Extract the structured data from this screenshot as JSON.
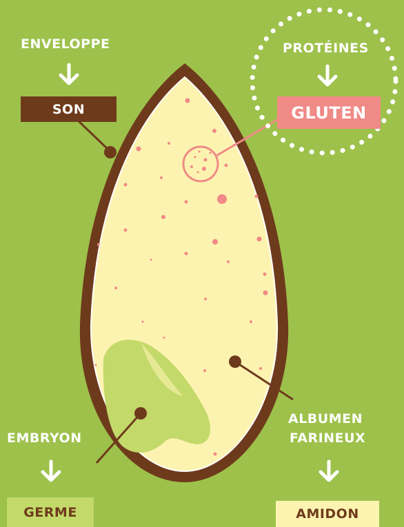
{
  "colors": {
    "background": "#9dc14b",
    "shell": "#6e3a1c",
    "endosperm": "#fdf3b0",
    "protein": "#ef8a86",
    "embryo": "#c3d96a",
    "white": "#ffffff"
  },
  "labels": {
    "enveloppe": "ENVELOPPE",
    "son": "SON",
    "proteines": "PROTÉINES",
    "gluten": "GLUTEN",
    "embryon": "EMBRYON",
    "germe": "GERME",
    "albumen_line1": "ALBUMEN",
    "albumen_line2": "FARINEUX",
    "amidon": "AMIDON"
  },
  "icons": [
    "arrow-down-icon"
  ]
}
